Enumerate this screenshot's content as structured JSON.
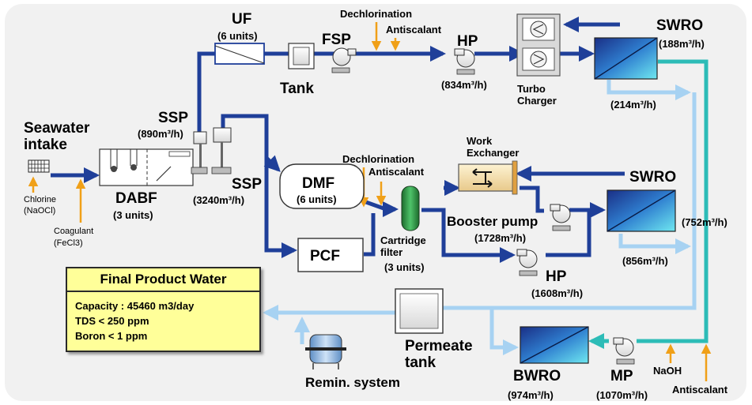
{
  "labels": {
    "seawater_intake": "Seawater\nintake",
    "chlorine": "Chlorine\n(NaOCl)",
    "coagulant": "Coagulant\n(FeCl3)",
    "dabf": "DABF",
    "dabf_units": "(3 units)",
    "ssp_top": "SSP",
    "ssp_top_flow": "(890m³/h)",
    "ssp_bottom": "SSP",
    "ssp_bottom_flow": "(3240m³/h)",
    "uf": "UF",
    "uf_units": "(6 units)",
    "tank": "Tank",
    "fsp": "FSP",
    "dechlorination_top": "Dechlorination",
    "antiscalant_top": "Antiscalant",
    "hp_top": "HP",
    "hp_top_flow": "(834m³/h)",
    "turbo_charger": "Turbo\nCharger",
    "swro_top": "SWRO",
    "swro_top_flow": "(188m³/h)",
    "swro_top_permeate": "(214m³/h)",
    "dmf": "DMF",
    "dmf_units": "(6 units)",
    "pcf": "PCF",
    "dechlorination_mid": "Dechlorination",
    "antiscalant_mid": "Antiscalant",
    "cartridge_filter": "Cartridge\nfilter",
    "cartridge_units": "(3 units)",
    "work_exchanger": "Work\nExchanger",
    "booster_pump": "Booster pump",
    "booster_flow": "(1728m³/h)",
    "hp_mid": "HP",
    "hp_mid_flow": "(1608m³/h)",
    "swro_mid": "SWRO",
    "swro_mid_brine": "(752m³/h)",
    "swro_mid_permeate": "(856m³/h)",
    "permeate_tank": "Permeate\ntank",
    "bwro": "BWRO",
    "bwro_flow": "(974m³/h)",
    "mp": "MP",
    "mp_flow": "(1070m³/h)",
    "naoh": "NaOH",
    "antiscalant_bottom": "Antiscalant",
    "remin_system": "Remin. system"
  },
  "product": {
    "title": "Final Product Water",
    "capacity": "Capacity : 45460  m3/day",
    "tds": "TDS < 250  ppm",
    "boron": "Boron < 1  ppm"
  },
  "colors": {
    "main_line": "#1f3f99",
    "permeate_line": "#a7d2f2",
    "brine_line": "#2dbcb7",
    "chemical_arrow": "#f0a018",
    "product_fill": "#ffff99"
  }
}
